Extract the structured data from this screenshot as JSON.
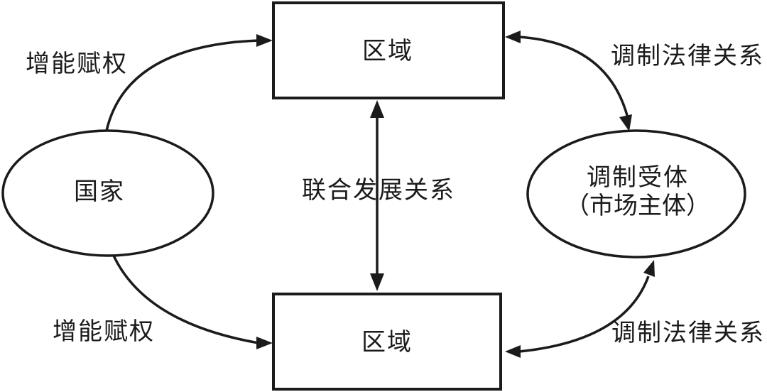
{
  "diagram": {
    "title": "regional-joint-development-legal-relations-diagram",
    "nodes": {
      "region_top": {
        "label": "区域",
        "shape": "rectangle"
      },
      "region_bottom": {
        "label": "区域",
        "shape": "rectangle"
      },
      "state": {
        "label": "国家",
        "shape": "ellipse"
      },
      "regulated_subject": {
        "label_line1": "调制受体",
        "label_line2": "（市场主体）",
        "shape": "ellipse"
      }
    },
    "edges": {
      "empower_top": {
        "label": "增能赋权",
        "from": "state",
        "to": "region_top",
        "arrows": "single"
      },
      "empower_bottom": {
        "label": "增能赋权",
        "from": "state",
        "to": "region_bottom",
        "arrows": "single"
      },
      "joint_development": {
        "label": "联合发展关系",
        "from": "region_top",
        "to": "region_bottom",
        "arrows": "double"
      },
      "regulate_top": {
        "label": "调制法律关系",
        "from": "region_top",
        "to": "regulated_subject",
        "arrows": "double"
      },
      "regulate_bottom": {
        "label": "调制法律关系",
        "from": "region_bottom",
        "to": "regulated_subject",
        "arrows": "double"
      }
    },
    "colors": {
      "stroke": "#1b1b1b",
      "background": "#ffffff"
    }
  }
}
